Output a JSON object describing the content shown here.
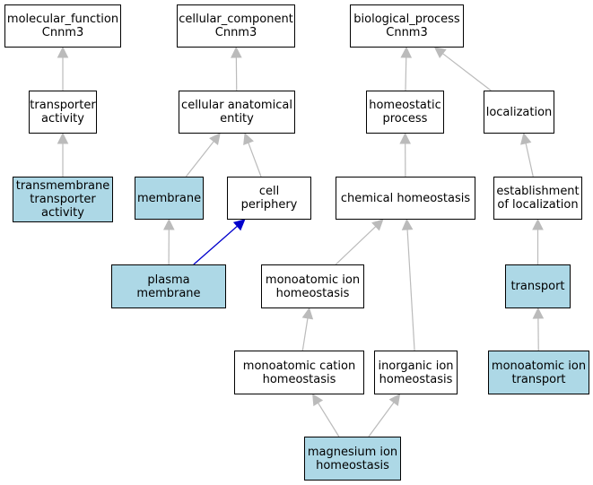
{
  "colors": {
    "highlight_fill": "#add8e6",
    "default_fill": "#ffffff",
    "edge_gray": "#bbbbbb",
    "edge_blue": "#0000cc"
  },
  "nodes": [
    {
      "id": "mf",
      "label": "molecular_function\nCnnm3",
      "highlight": false
    },
    {
      "id": "cc",
      "label": "cellular_component\nCnnm3",
      "highlight": false
    },
    {
      "id": "bp",
      "label": "biological_process\nCnnm3",
      "highlight": false
    },
    {
      "id": "ta",
      "label": "transporter\nactivity",
      "highlight": false
    },
    {
      "id": "cae",
      "label": "cellular anatomical\nentity",
      "highlight": false
    },
    {
      "id": "hp",
      "label": "homeostatic\nprocess",
      "highlight": false
    },
    {
      "id": "loc",
      "label": "localization",
      "highlight": false
    },
    {
      "id": "tta",
      "label": "transmembrane\ntransporter\nactivity",
      "highlight": true
    },
    {
      "id": "mem",
      "label": "membrane",
      "highlight": true
    },
    {
      "id": "cp",
      "label": "cell periphery",
      "highlight": false
    },
    {
      "id": "ch",
      "label": "chemical homeostasis",
      "highlight": false
    },
    {
      "id": "eol",
      "label": "establishment\nof localization",
      "highlight": false
    },
    {
      "id": "pm",
      "label": "plasma membrane",
      "highlight": true
    },
    {
      "id": "mih",
      "label": "monoatomic ion\nhomeostasis",
      "highlight": false
    },
    {
      "id": "tr",
      "label": "transport",
      "highlight": true
    },
    {
      "id": "mch",
      "label": "monoatomic cation\nhomeostasis",
      "highlight": false
    },
    {
      "id": "iih",
      "label": "inorganic ion\nhomeostasis",
      "highlight": false
    },
    {
      "id": "mit",
      "label": "monoatomic ion\ntransport",
      "highlight": true
    },
    {
      "id": "mgh",
      "label": "magnesium ion\nhomeostasis",
      "highlight": true
    }
  ],
  "edges": [
    {
      "from": "ta",
      "to": "mf",
      "color": "gray"
    },
    {
      "from": "tta",
      "to": "ta",
      "color": "gray"
    },
    {
      "from": "cae",
      "to": "cc",
      "color": "gray"
    },
    {
      "from": "mem",
      "to": "cae",
      "color": "gray"
    },
    {
      "from": "cp",
      "to": "cae",
      "color": "gray"
    },
    {
      "from": "pm",
      "to": "mem",
      "color": "gray"
    },
    {
      "from": "pm",
      "to": "cp",
      "color": "blue"
    },
    {
      "from": "hp",
      "to": "bp",
      "color": "gray"
    },
    {
      "from": "loc",
      "to": "bp",
      "color": "gray"
    },
    {
      "from": "ch",
      "to": "hp",
      "color": "gray"
    },
    {
      "from": "eol",
      "to": "loc",
      "color": "gray"
    },
    {
      "from": "tr",
      "to": "eol",
      "color": "gray"
    },
    {
      "from": "mit",
      "to": "tr",
      "color": "gray"
    },
    {
      "from": "mih",
      "to": "ch",
      "color": "gray"
    },
    {
      "from": "iih",
      "to": "ch",
      "color": "gray"
    },
    {
      "from": "mch",
      "to": "mih",
      "color": "gray"
    },
    {
      "from": "mgh",
      "to": "mch",
      "color": "gray"
    },
    {
      "from": "mgh",
      "to": "iih",
      "color": "gray"
    }
  ]
}
